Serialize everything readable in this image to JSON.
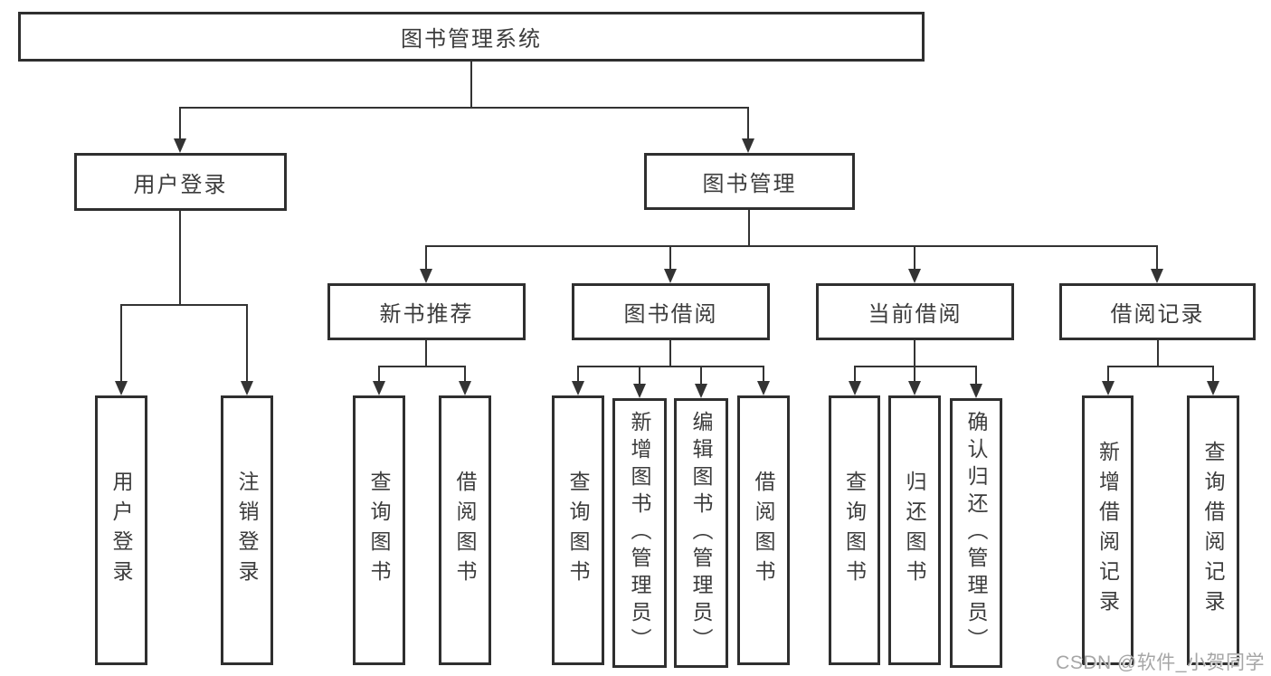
{
  "tree": {
    "label": "图书管理系统",
    "children": [
      {
        "label": "用户登录",
        "children": [
          {
            "label": "用户登录"
          },
          {
            "label": "注销登录"
          }
        ]
      },
      {
        "label": "图书管理",
        "children": [
          {
            "label": "新书推荐",
            "children": [
              {
                "label": "查询图书"
              },
              {
                "label": "借阅图书"
              }
            ]
          },
          {
            "label": "图书借阅",
            "children": [
              {
                "label": "查询图书"
              },
              {
                "label": "新增图书（管理员）"
              },
              {
                "label": "编辑图书（管理员）"
              },
              {
                "label": "借阅图书"
              }
            ]
          },
          {
            "label": "当前借阅",
            "children": [
              {
                "label": "查询图书"
              },
              {
                "label": "归还图书"
              },
              {
                "label": "确认归还（管理员）"
              }
            ]
          },
          {
            "label": "借阅记录",
            "children": [
              {
                "label": "新增借阅记录"
              },
              {
                "label": "查询借阅记录"
              }
            ]
          }
        ]
      }
    ]
  },
  "watermark": "CSDN @软件_小贺同学",
  "colors": {
    "line": "#333333",
    "border": "#2f2f2f",
    "text": "#3c3c3c",
    "watermark": "#a6a6a6",
    "background": "#ffffff"
  }
}
